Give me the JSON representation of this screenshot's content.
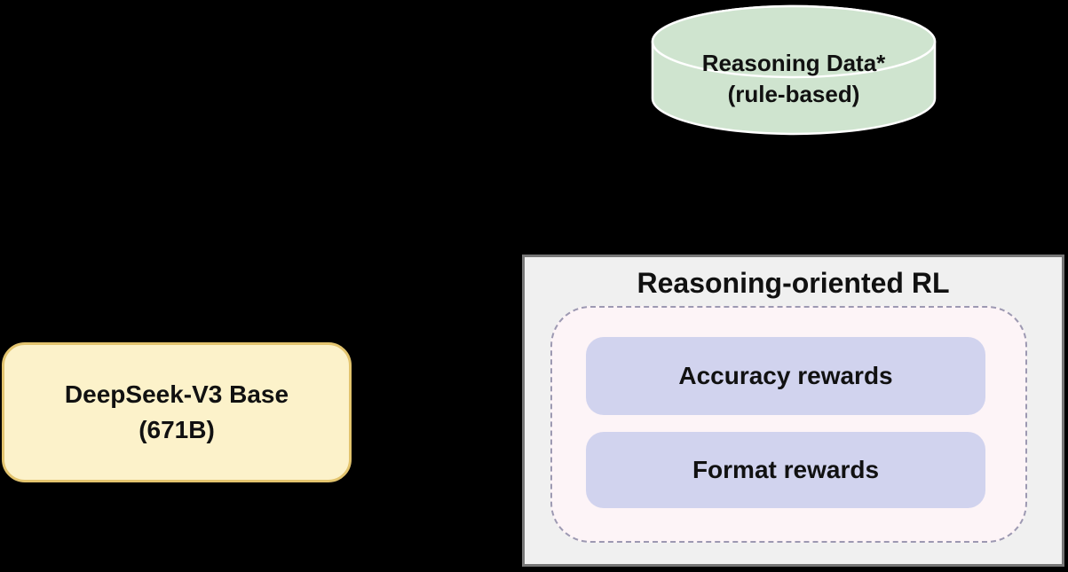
{
  "diagram": {
    "background_color": "#000000",
    "data_store": {
      "line1": "Reasoning Data*",
      "line2": "(rule-based)",
      "fill_color": "#cfe4cf",
      "stroke_color": "#ffffff"
    },
    "base_model": {
      "line1": "DeepSeek-V3 Base",
      "line2": "(671B)",
      "fill_color": "#fcf2ca",
      "border_color": "#e3c46e"
    },
    "rl_stage": {
      "title": "Reasoning-oriented RL",
      "fill_color": "#f0f0f0",
      "border_color": "#777777",
      "rewards_area_fill_color": "#fdf4f7",
      "rewards_area_border_color": "#9d99b2",
      "reward_fill_color": "#d1d3ee",
      "rewards": [
        {
          "label": "Accuracy rewards"
        },
        {
          "label": "Format rewards"
        }
      ]
    }
  }
}
